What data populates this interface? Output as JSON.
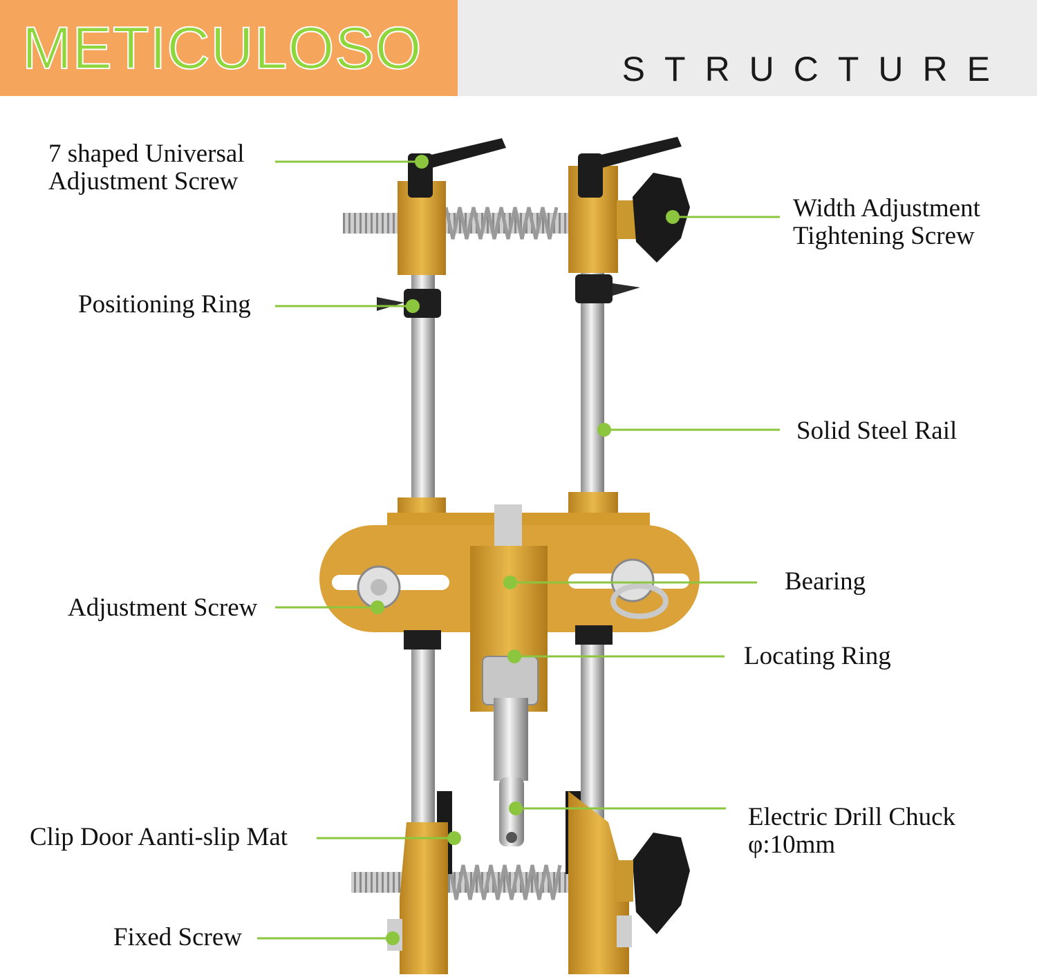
{
  "header": {
    "brand": "METICULOSO",
    "section_title": "STRUCTURE"
  },
  "colors": {
    "brand_bg": "#f6a55c",
    "brand_text": "#8fd63c",
    "header_bg": "#ececec",
    "callout": "#8cc63f",
    "gold": "#d9a53a"
  },
  "labels": {
    "universal_screw": [
      "7 shaped Universal",
      "Adjustment Screw"
    ],
    "width_screw": [
      "Width Adjustment",
      "Tightening Screw"
    ],
    "positioning_ring": "Positioning Ring",
    "steel_rail": "Solid Steel Rail",
    "bearing": "Bearing",
    "adjustment_screw": "Adjustment Screw",
    "locating_ring": "Locating Ring",
    "drill_chuck": [
      "Electric Drill Chuck",
      "φ:10mm"
    ],
    "anti_slip_mat": "Clip Door Aanti-slip Mat",
    "fixed_screw": "Fixed Screw"
  }
}
